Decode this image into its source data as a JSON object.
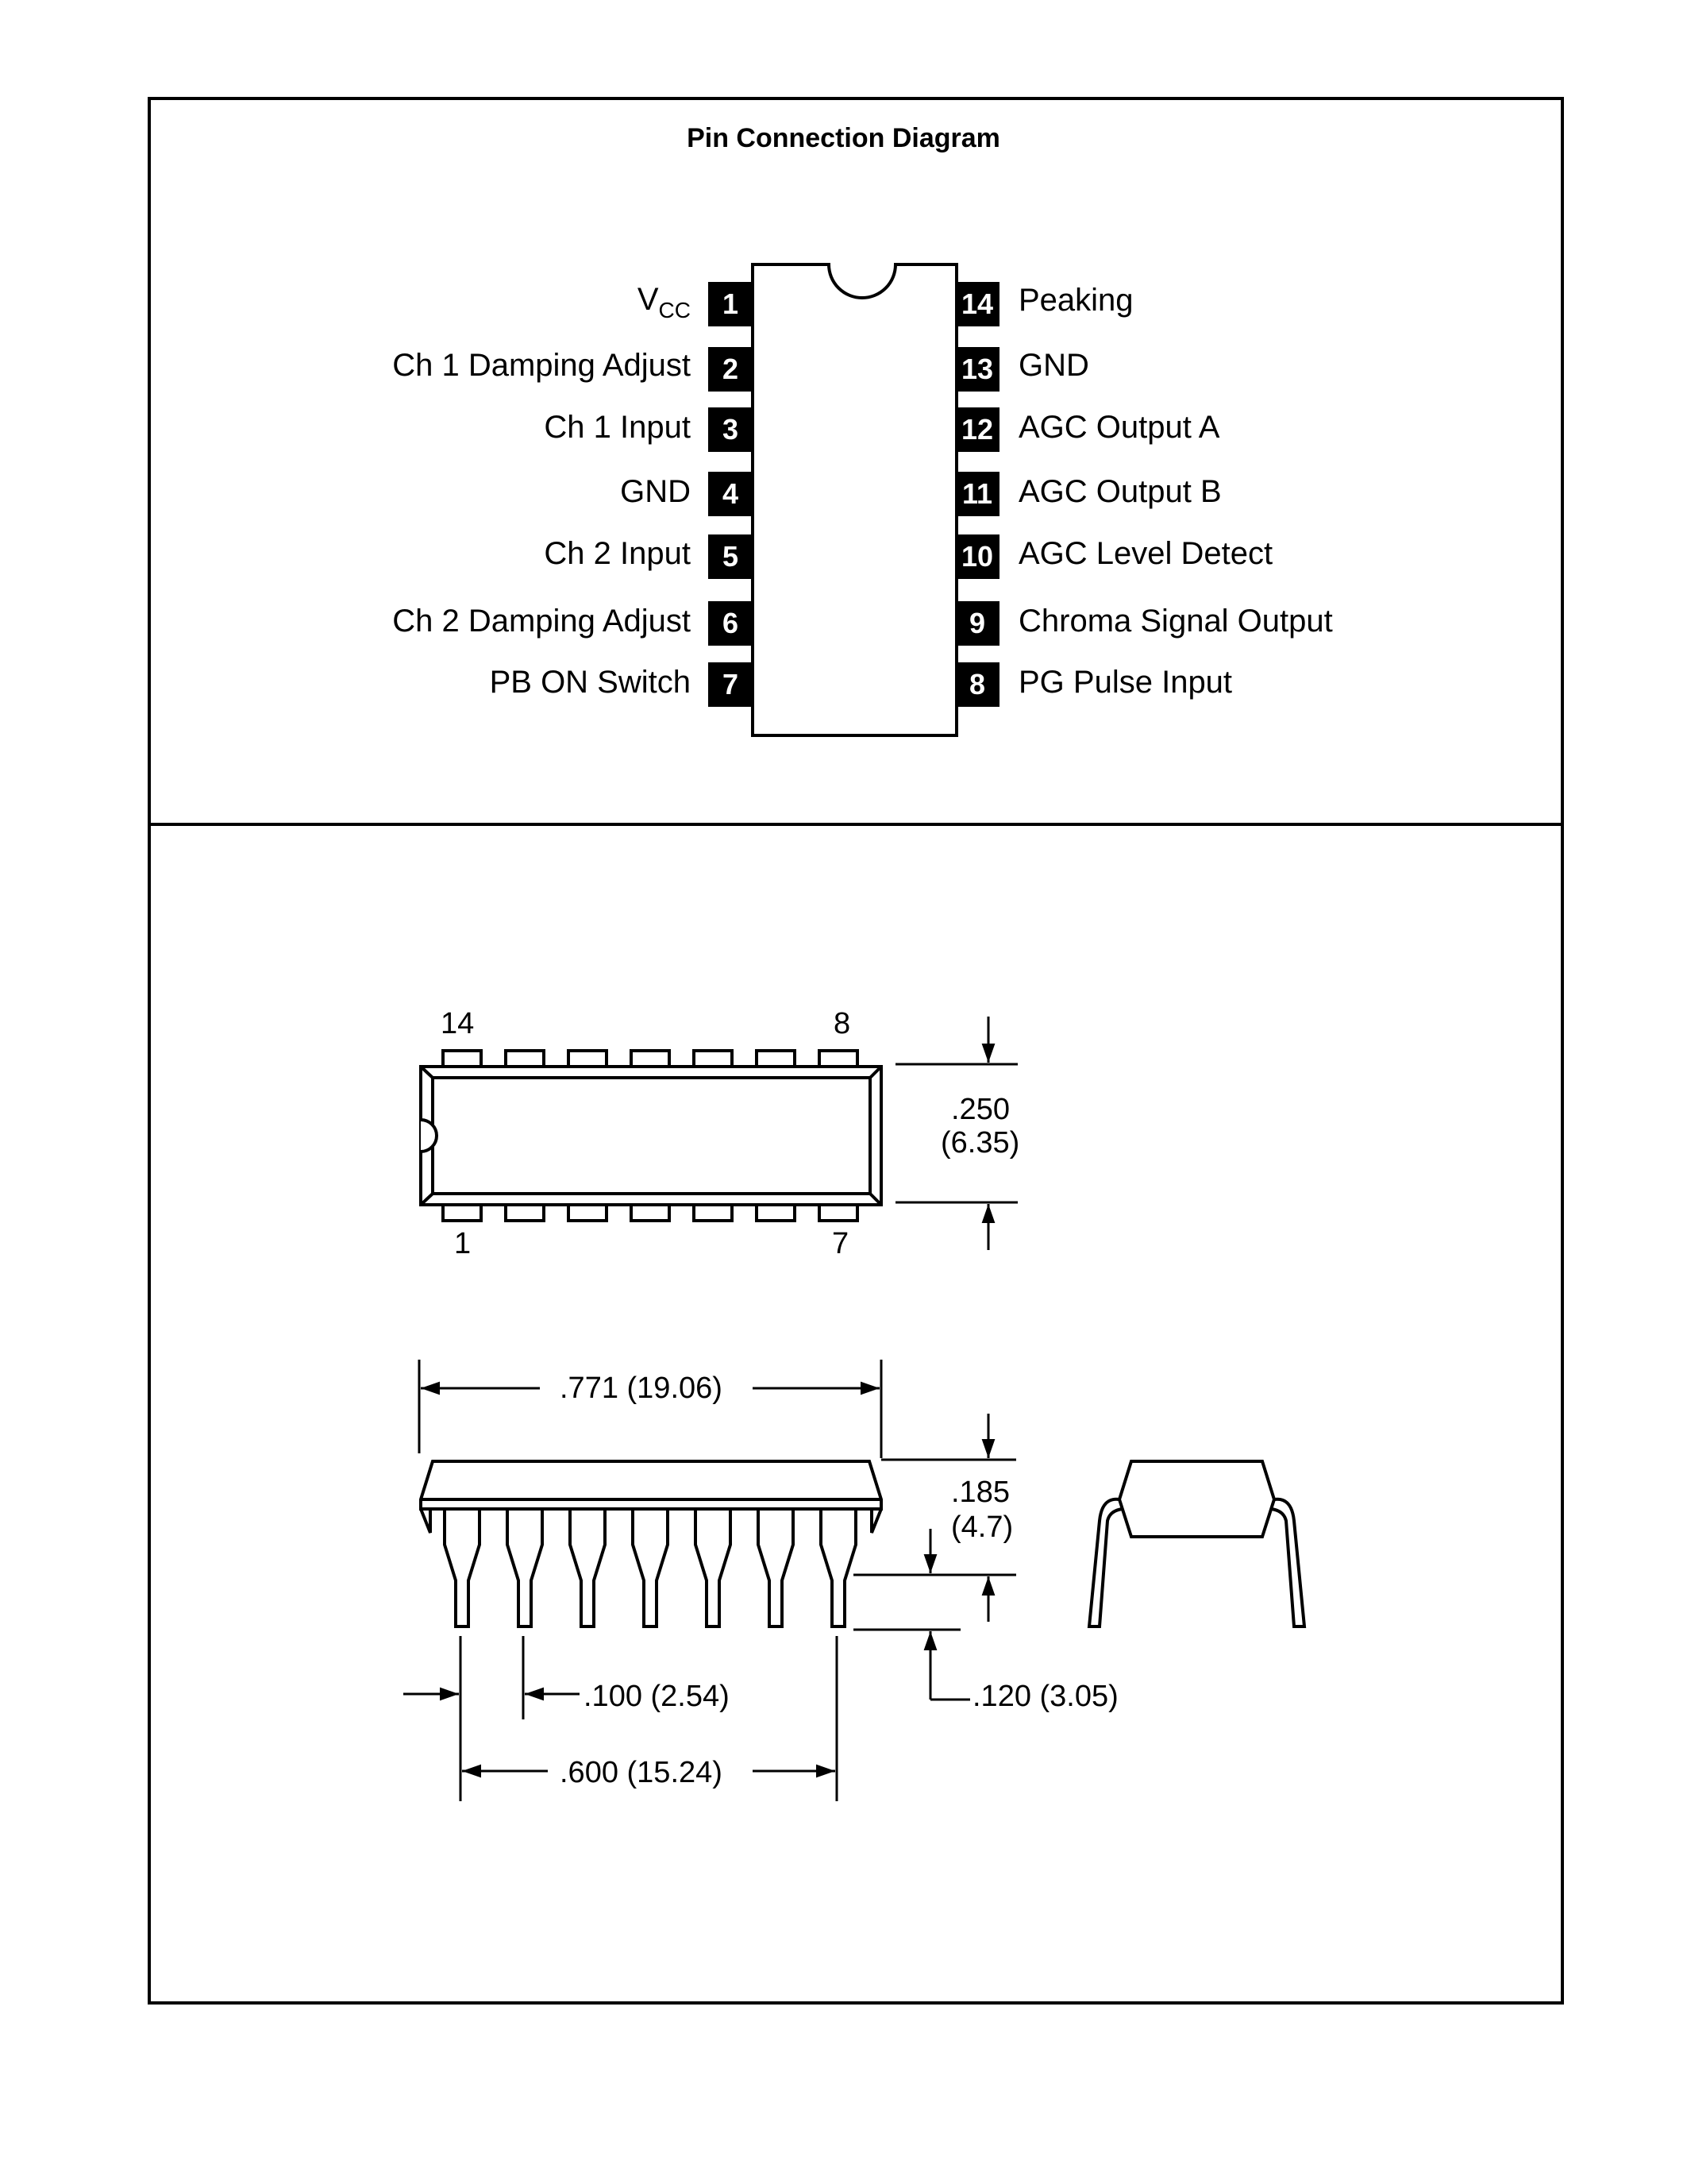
{
  "title": "Pin Connection Diagram",
  "pins_left": [
    {
      "num": "1",
      "label": "V",
      "sub": "CC"
    },
    {
      "num": "2",
      "label": "Ch 1 Damping Adjust"
    },
    {
      "num": "3",
      "label": "Ch 1 Input"
    },
    {
      "num": "4",
      "label": "GND"
    },
    {
      "num": "5",
      "label": "Ch 2 Input"
    },
    {
      "num": "6",
      "label": "Ch 2 Damping Adjust"
    },
    {
      "num": "7",
      "label": "PB ON Switch"
    }
  ],
  "pins_right": [
    {
      "num": "14",
      "label": "Peaking"
    },
    {
      "num": "13",
      "label": "GND"
    },
    {
      "num": "12",
      "label": "AGC Output A"
    },
    {
      "num": "11",
      "label": "AGC Output B"
    },
    {
      "num": "10",
      "label": "AGC Level Detect"
    },
    {
      "num": "9",
      "label": "Chroma Signal Output"
    },
    {
      "num": "8",
      "label": "PG Pulse Input"
    }
  ],
  "package_top": {
    "pin_label_tl": "14",
    "pin_label_tr": "8",
    "pin_label_bl": "1",
    "pin_label_br": "7",
    "width_in": ".250",
    "width_mm": "(6.35)"
  },
  "package_side": {
    "length": ".771 (19.06)",
    "height_in": ".185",
    "height_mm": "(4.7)",
    "pitch": ".100 (2.54)",
    "lead_len": ".120 (3.05)",
    "row_spacing": ".600 (15.24)"
  }
}
